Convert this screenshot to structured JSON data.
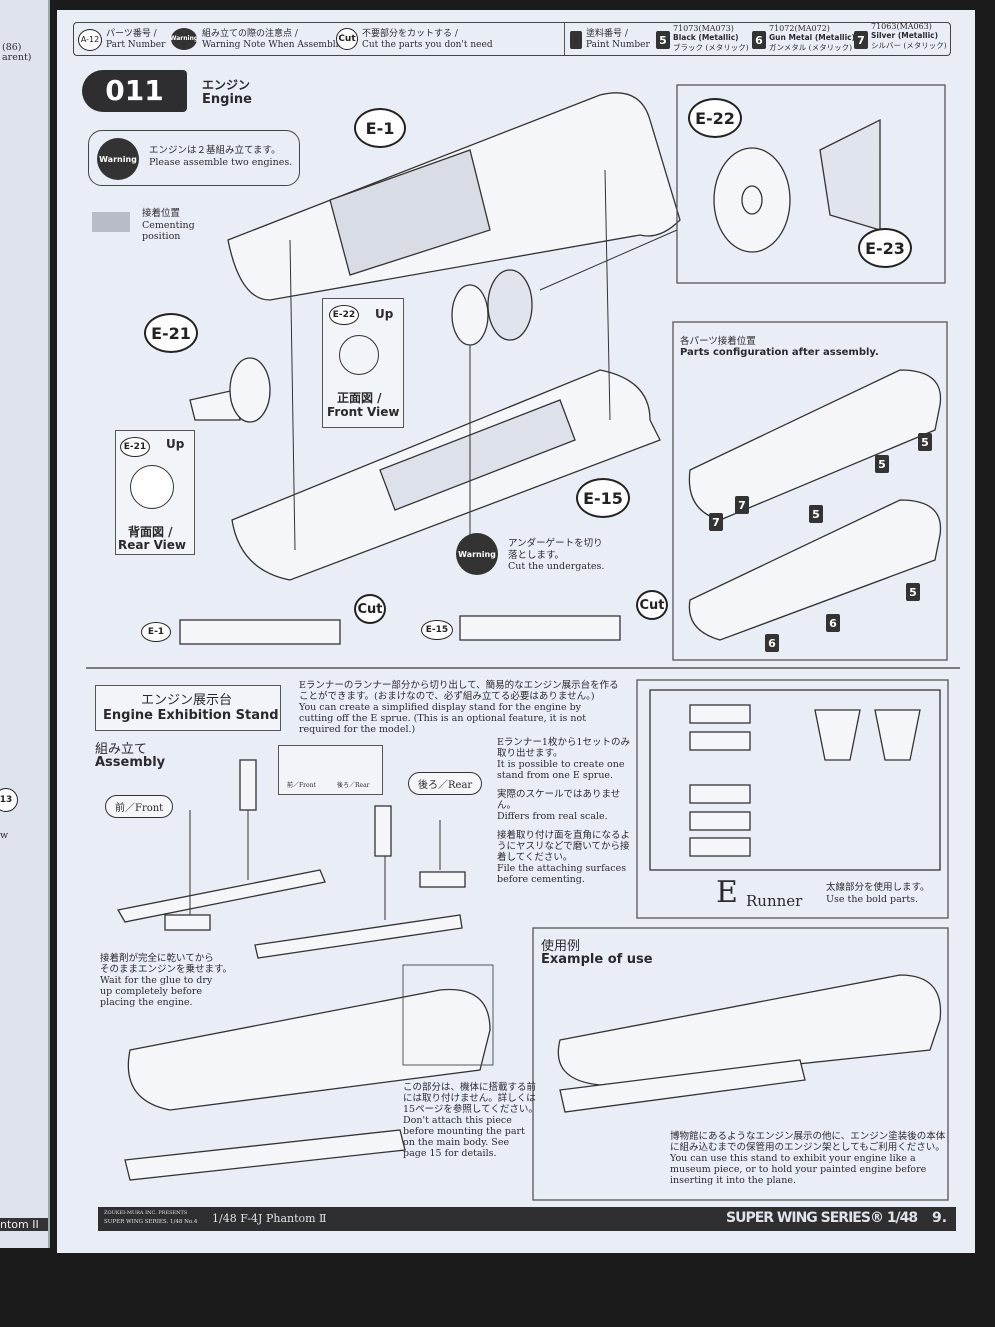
{
  "header": {
    "part_number": {
      "badge": "A-12",
      "label_jp": "パーツ番号 /",
      "label_en": "Part Number"
    },
    "warning_note": {
      "badge": "Warning",
      "label_jp": "組み立ての際の注意点 /",
      "label_en": "Warning Note When Assembling"
    },
    "cut": {
      "badge": "Cut",
      "label_jp": "不要部分をカットする /",
      "label_en": "Cut the parts you don't need"
    },
    "paint_number": {
      "label_jp": "塗料番号 /",
      "label_en": "Paint Number"
    },
    "paints": [
      {
        "num": "5",
        "code": "71073(MA073)",
        "en": "Black (Metallic)",
        "jp": "ブラック (メタリック)"
      },
      {
        "num": "6",
        "code": "71072(MA072)",
        "en": "Gun Metal (Metallic)",
        "jp": "ガンメタル (メタリック)"
      },
      {
        "num": "7",
        "code": "71063(MA063)",
        "en": "Silver (Metallic)",
        "jp": "シルバー (メタリック)"
      }
    ]
  },
  "step": {
    "number": "011",
    "title_jp": "エンジン",
    "title_en": "Engine"
  },
  "warning_box": {
    "badge": "Warning",
    "jp": "エンジンは２基組み立てます。",
    "en": "Please assemble two engines."
  },
  "cementing": {
    "jp": "接着位置",
    "en1": "Cementing",
    "en2": "position"
  },
  "parts": {
    "e1": "E-1",
    "e22": "E-22",
    "e23": "E-23",
    "e21": "E-21",
    "e15": "E-15"
  },
  "front_view": {
    "part": "E-22",
    "up": "Up",
    "jp": "正面図 /",
    "en": "Front View"
  },
  "rear_view": {
    "part": "E-21",
    "up": "Up",
    "jp": "背面図 /",
    "en": "Rear View"
  },
  "undergate": {
    "badge": "Warning",
    "jp1": "アンダーゲートを切り",
    "jp2": "落とします。",
    "en": "Cut the undergates.",
    "cut": "Cut"
  },
  "parts_config": {
    "jp": "各パーツ接着位置",
    "en": "Parts configuration after assembly.",
    "paint_marks": [
      "5",
      "5",
      "7",
      "7",
      "5",
      "5",
      "6",
      "6"
    ]
  },
  "stand": {
    "title_jp": "エンジン展示台",
    "title_en": "Engine Exhibition Stand",
    "intro_jp1": "Eランナーのランナー部分から切り出して、簡易的なエンジン展示台を作る",
    "intro_jp2": "ことができます。(おまけなので、必ず組み立てる必要はありません。)",
    "intro_en1": "You can create a simplified display stand for the engine by",
    "intro_en2": "cutting off the E sprue. (This is an optional feature, it is not",
    "intro_en3": "required for the model.)",
    "assembly_jp": "組み立て",
    "assembly_en": "Assembly",
    "front": "前／Front",
    "rear": "後ろ／Rear",
    "inset_front": "前／Front",
    "inset_rear": "後ろ／Rear",
    "note1_jp1": "Eランナー1枚から1セットのみ",
    "note1_jp2": "取り出せます。",
    "note1_en1": "It is possible to create one",
    "note1_en2": "stand from one E sprue.",
    "note2_jp": "実際のスケールではありません。",
    "note2_en": "Differs from real scale.",
    "note3_jp1": "接着取り付け面を直角になるよ",
    "note3_jp2": "うにヤスリなどで磨いてから接",
    "note3_jp3": "着してください。",
    "note3_en1": "File the attaching surfaces",
    "note3_en2": "before cementing.",
    "glue_jp1": "接着剤が完全に乾いてから",
    "glue_jp2": "そのままエンジンを乗せます。",
    "glue_en1": "Wait for the glue to dry",
    "glue_en2": "up completely before",
    "glue_en3": "placing the engine.",
    "attach_jp1": "この部分は、機体に搭載する前",
    "attach_jp2": "には取り付けません。詳しくは",
    "attach_jp3": "15ページを参照してください。",
    "attach_en1": "Don't attach this piece",
    "attach_en2": "before mounting the part",
    "attach_en3": "on the main body. See",
    "attach_en4": "page 15 for details."
  },
  "runner": {
    "letter": "E",
    "label": "Runner",
    "jp": "太線部分を使用します。",
    "en": "Use the bold parts."
  },
  "example": {
    "jp": "使用例",
    "en": "Example of use",
    "text_jp1": "博物館にあるようなエンジン展示の他に、エンジン塗装後の本体",
    "text_jp2": "に組み込むまでの保管用のエンジン架としてもご利用ください。",
    "text_en1": "You can use this stand to exhibit your engine like a",
    "text_en2": "museum piece, or to hold your painted engine before",
    "text_en3": "inserting it into the plane."
  },
  "footer": {
    "presents1": "ZOUKEI-MURA INC. PRESENTS",
    "presents2": "SUPER WING SERIES. 1/48 No.4",
    "model": "1/48  F-4J Phantom Ⅱ",
    "series": "SUPER WING SERIES® 1/48",
    "page": "9."
  },
  "left_page": {
    "t1": "(86)",
    "t2": "arent)",
    "t3": "13",
    "t4": "w",
    "t5": "ntom II"
  }
}
